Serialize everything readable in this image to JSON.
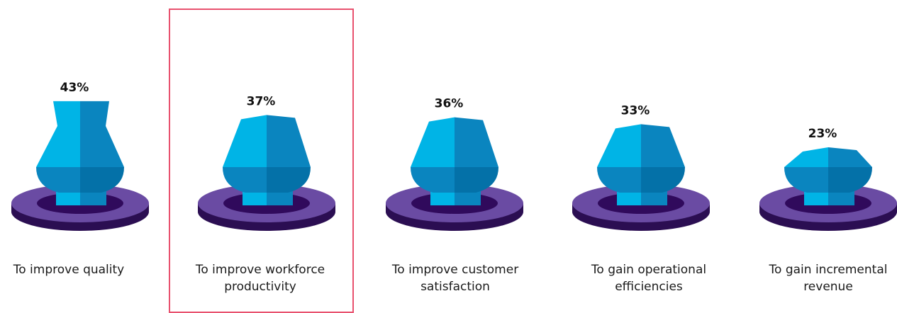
{
  "chart_data": {
    "type": "bar",
    "categories": [
      "To improve quality",
      "To improve workforce productivity",
      "To improve customer satisfaction",
      "To gain operational efficiencies",
      "To gain incremental revenue"
    ],
    "values": [
      43,
      37,
      36,
      33,
      23
    ],
    "value_labels": [
      "43%",
      "37%",
      "36%",
      "33%",
      "23%"
    ],
    "highlighted_category": "To improve workforce productivity",
    "colors": {
      "body_light": "#00b4e6",
      "body_dark": "#0a85bf",
      "bowl_light": "#0a85bf",
      "bowl_dark": "#0471a8",
      "disc_top": "#6a4ba3",
      "disc_side": "#2b0e52",
      "disc_hole": "#300a5c",
      "highlight": "#e8516e"
    },
    "grid": false,
    "legend": "none"
  }
}
